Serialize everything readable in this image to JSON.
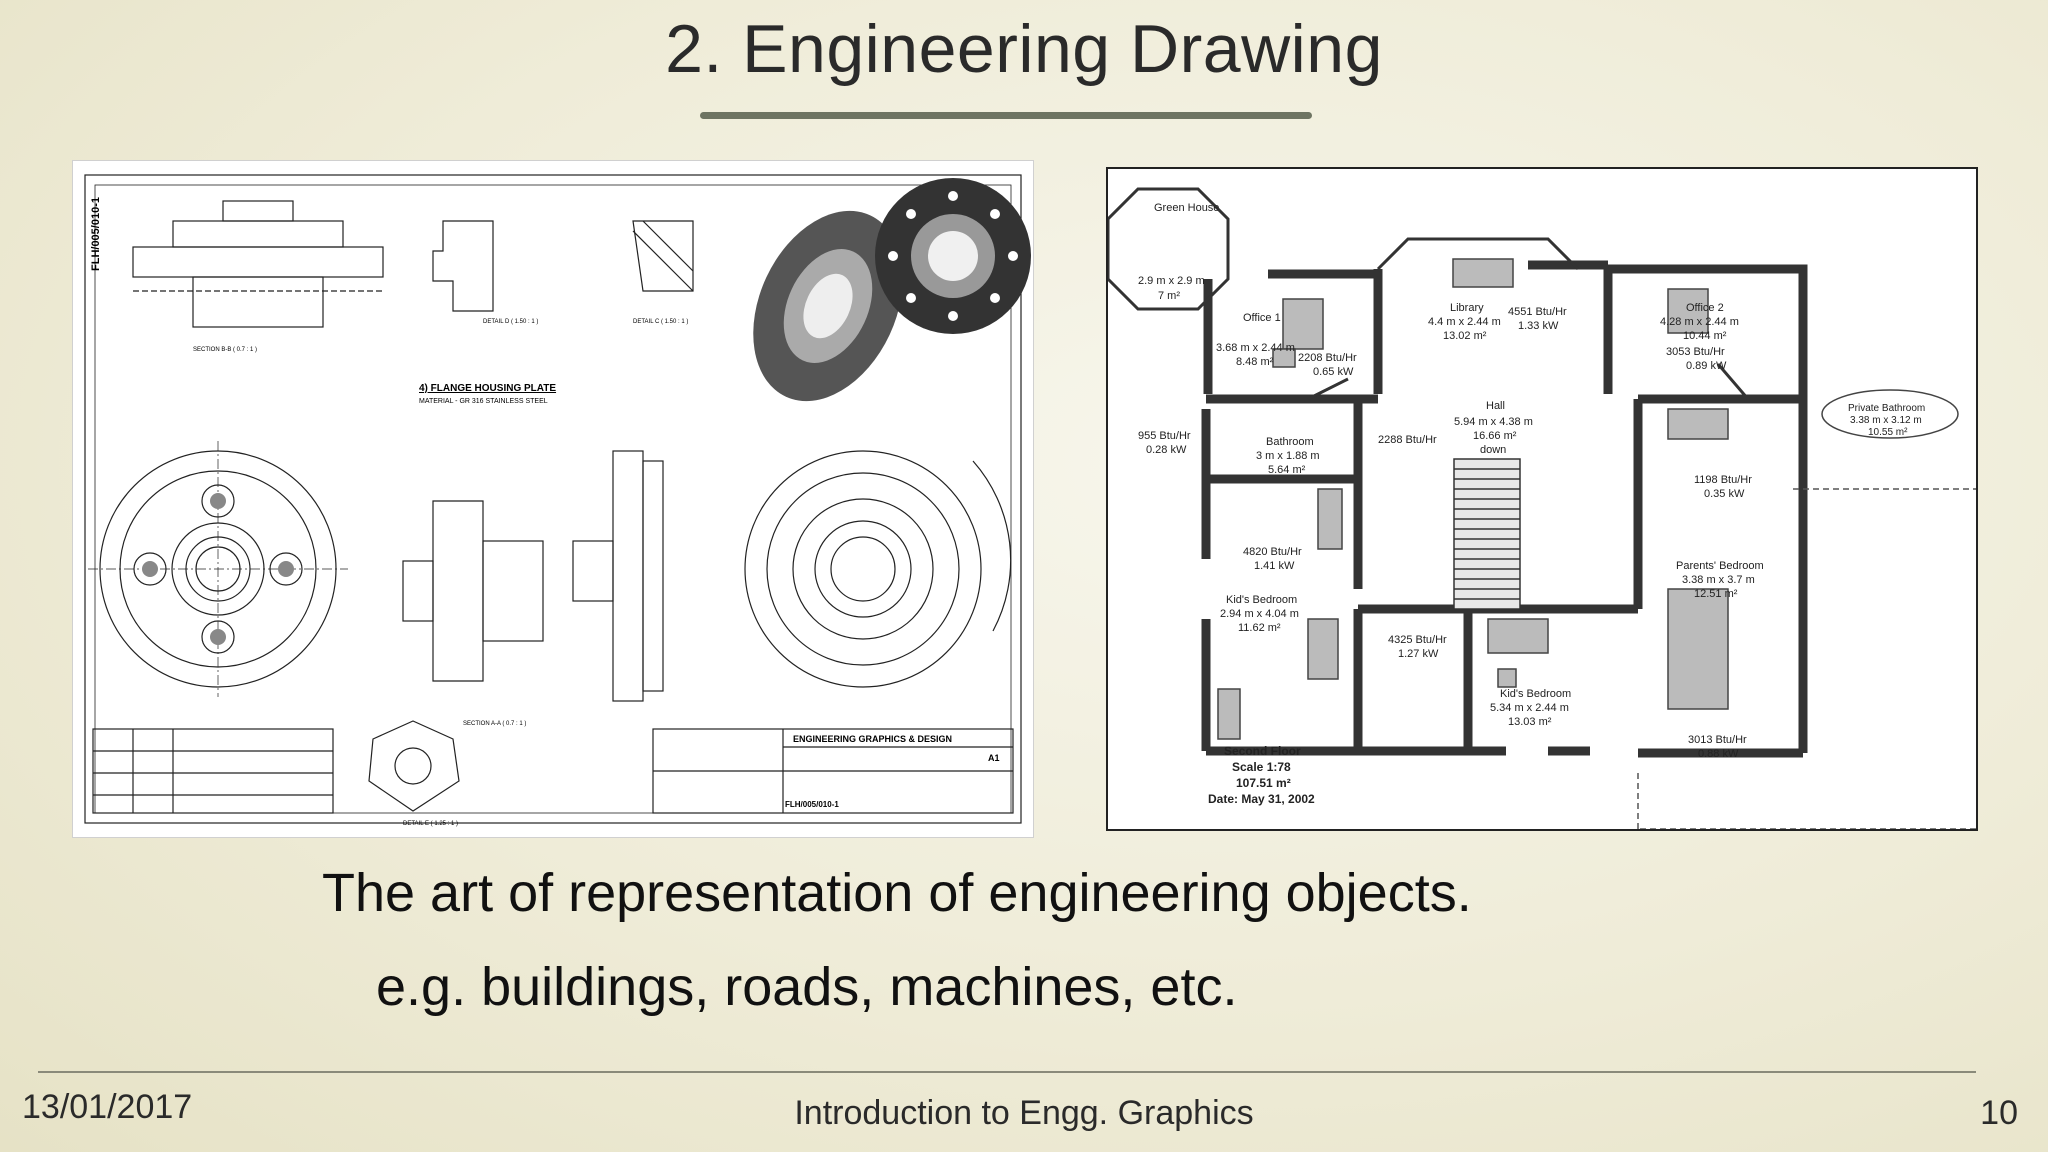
{
  "slide": {
    "title": "2. Engineering Drawing",
    "body_line1": "The art of representation of  engineering objects.",
    "body_line2": "e.g. buildings, roads, machines, etc.",
    "footer_date": "13/01/2017",
    "footer_title": "Introduction to Engg. Graphics",
    "page_number": "10"
  },
  "mechanical_drawing": {
    "sheet_id": "FLH/005/010-1",
    "part_title": "4) FLANGE HOUSING PLATE",
    "material": "MATERIAL - GR 316 STAINLESS STEEL",
    "title_block": "ENGINEERING GRAPHICS & DESIGN",
    "sheet_size": "A1",
    "section_bb": "SECTION B-B ( 0.7 : 1 )",
    "section_aa": "SECTION A-A ( 0.7 : 1 )",
    "detail_d": "DETAIL D ( 1.50 : 1 )",
    "detail_c": "DETAIL C ( 1.50 : 1 )",
    "detail_e": "DETAIL E ( 1.25 : 1 )"
  },
  "floor_plan": {
    "green_house": "Green House",
    "green_house_size": "2.9 m x 2.9 m",
    "green_house_area": "7 m²",
    "office1": "Office 1",
    "office1_size": "3.68 m x 2.44 m",
    "office1_area": "8.48 m²",
    "office1_heat": "2208 Btu/Hr",
    "office1_kw": "0.65 kW",
    "library": "Library",
    "library_size": "4.4 m x 2.44 m",
    "library_area": "13.02 m²",
    "library_heat": "4551 Btu/Hr",
    "library_kw": "1.33 kW",
    "office2": "Office 2",
    "office2_size": "4.28 m x 2.44 m",
    "office2_area": "10.44 m²",
    "office2_heat": "3053 Btu/Hr",
    "office2_kw": "0.89 kW",
    "private_bath": "Private Bathroom",
    "private_bath_size": "3.38 m x 3.12 m",
    "private_bath_area": "10.55 m²",
    "hall": "Hall",
    "hall_size": "5.94 m x 4.38 m",
    "hall_area": "16.66 m²",
    "hall_down": "down",
    "hall_heat": "2288 Btu/Hr",
    "bath_heat": "955 Btu/Hr",
    "bath_kw": "0.28 kW",
    "bathroom": "Bathroom",
    "bathroom_size": "3 m x 1.88 m",
    "bathroom_area": "5.64 m²",
    "parents_bath_heat": "1198 Btu/Hr",
    "parents_bath_kw": "0.35 kW",
    "kids1_heat": "4820 Btu/Hr",
    "kids1_kw": "1.41 kW",
    "kids1": "Kid's Bedroom",
    "kids1_size": "2.94 m x 4.04 m",
    "kids1_area": "11.62 m²",
    "parents_bed": "Parents' Bedroom",
    "parents_bed_size": "3.38 m x 3.7 m",
    "parents_bed_area": "12.51 m²",
    "kids2_heat": "4325 Btu/Hr",
    "kids2_kw": "1.27 kW",
    "kids2": "Kid's Bedroom",
    "kids2_size": "5.34 m x 2.44 m",
    "kids2_area": "13.03 m²",
    "parents_heat": "3013 Btu/Hr",
    "parents_kw": "0.88 kW",
    "floor_name": "Second Floor",
    "scale": "Scale 1:78",
    "total_area": "107.51 m²",
    "date": "Date: May 31, 2002"
  }
}
